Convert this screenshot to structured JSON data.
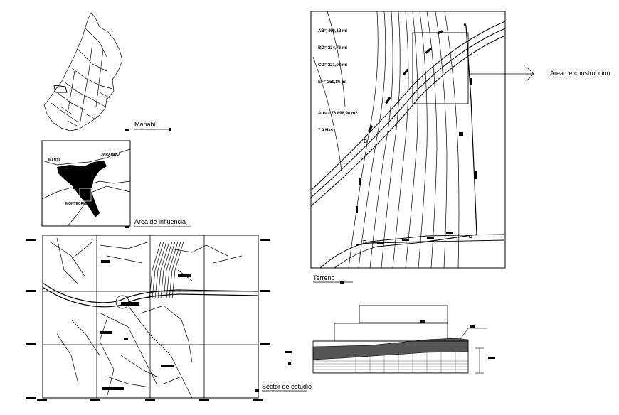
{
  "panels": {
    "province": {
      "caption": "Manabí"
    },
    "influence": {
      "caption": "Area de influencia",
      "places": [
        "JARAMIJO",
        "MANTA",
        "MONTECRISTI"
      ]
    },
    "study": {
      "caption": "Sector de estudio"
    },
    "terrain": {
      "caption": "Terreno",
      "measures": [
        "AB= 466,12 ml",
        "BD= 234,76 ml",
        "CD= 221,03 ml",
        "EF= 359,86 ml"
      ],
      "area": "Area= 76.898,96 m2",
      "hectares": "7.9 Has.",
      "points": [
        "A",
        "B",
        "D",
        "E"
      ]
    },
    "callout": {
      "label": "Área de construcción"
    }
  }
}
